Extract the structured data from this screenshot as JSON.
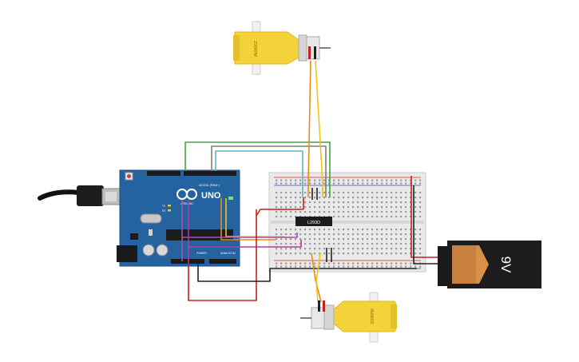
{
  "circuit": {
    "arduino": {
      "brand": "ARDUINO",
      "model": "UNO",
      "digital_label": "DIGITAL (PWM~)",
      "power_label": "POWER",
      "analog_label": "ANALOG IN",
      "led_tx": "TX",
      "led_rx": "RX"
    },
    "driver_ic": {
      "label": "L293D"
    },
    "motor_top": {
      "label": "200RPM"
    },
    "motor_bottom": {
      "label": "200RPM"
    },
    "battery": {
      "label": "9V"
    },
    "wire_colors": {
      "red": "#c8201e",
      "black": "#222222",
      "orange": "#e78a1d",
      "yellow": "#f2c40f",
      "green": "#3fa83a",
      "teal": "#5ab9c1",
      "gray": "#7d7d7d",
      "purple": "#a44fb8",
      "magenta": "#b23aa0"
    }
  }
}
